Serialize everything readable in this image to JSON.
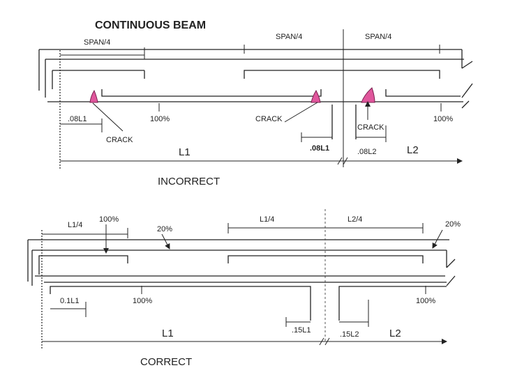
{
  "title": "CONTINUOUS BEAM",
  "colors": {
    "ink": "#222222",
    "crack_fill": "#e0569c",
    "crack_stroke": "#7a1f4e"
  },
  "incorrect": {
    "caption": "INCORRECT",
    "span_labels": [
      "SPAN/4",
      "SPAN/4",
      "SPAN/4"
    ],
    "pct_labels": [
      "100%",
      "100%"
    ],
    "cut_labels": [
      ".08L1",
      ".08L1",
      ".08L2"
    ],
    "crack_labels": [
      "CRACK",
      "CRACK",
      "CRACK"
    ],
    "span_names": [
      "L1",
      "L2"
    ]
  },
  "correct": {
    "caption": "CORRECT",
    "top_labels": [
      "L1/4",
      "L1/4",
      "L2/4"
    ],
    "pct_top": [
      "100%",
      "20%",
      "20%"
    ],
    "pct_bottom": [
      "100%",
      "100%"
    ],
    "cut_labels": [
      "0.1L1",
      ".15L1",
      ".15L2"
    ],
    "span_names": [
      "L1",
      "L2"
    ]
  }
}
